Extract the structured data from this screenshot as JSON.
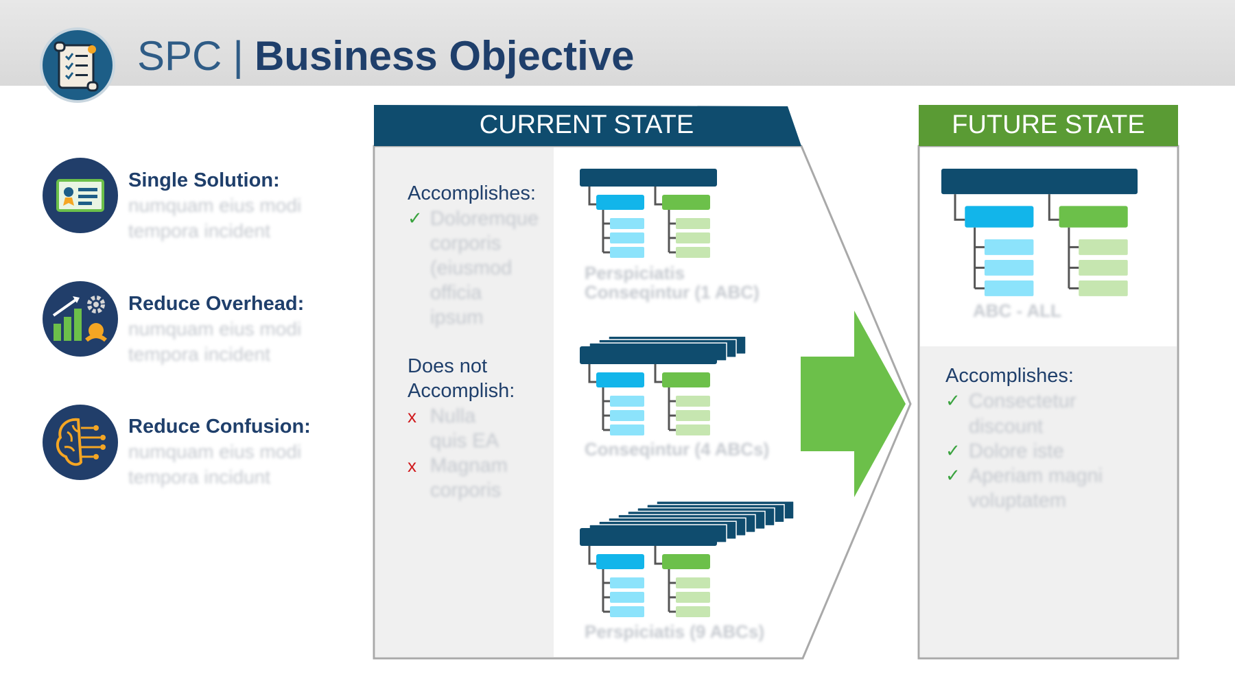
{
  "header": {
    "product": "SPC",
    "separator": "|",
    "title": "Business Objective"
  },
  "objectives": [
    {
      "title": "Single Solution:",
      "line1": "numquam eius modi",
      "line2": "tempora incident",
      "icon": "certificate-icon"
    },
    {
      "title": "Reduce Overhead:",
      "line1": "numquam eius modi",
      "line2": "tempora incident",
      "icon": "growth-chart-gear-icon"
    },
    {
      "title": "Reduce Confusion:",
      "line1": "numquam eius modi",
      "line2": "tempora incidunt",
      "icon": "brain-circuit-icon"
    }
  ],
  "current_state": {
    "heading": "CURRENT STATE",
    "accomplishes_label": "Accomplishes:",
    "accomplishes_lines": [
      "Doloremque",
      "corporis",
      "(eiusmod",
      "officia",
      "ipsum"
    ],
    "does_not_label_1": "Does not",
    "does_not_label_2": "Accomplish:",
    "fails": [
      {
        "line1": "Nulla",
        "line2": "quis EA"
      },
      {
        "line1": "Magnam",
        "line2": "corporis"
      }
    ],
    "diagrams": [
      {
        "caption_1": "Perspiciatis",
        "caption_2": "Conseqintur (1 ABC)",
        "stack": 1
      },
      {
        "caption_1": "Conseqintur (4 ABCs)",
        "stack": 4
      },
      {
        "caption_1": "Perspiciatis (9 ABCs)",
        "stack": 9
      }
    ]
  },
  "future_state": {
    "heading": "FUTURE STATE",
    "diagram_caption": "ABC - ALL",
    "accomplishes_label": "Accomplishes:",
    "items": [
      {
        "line1": "Consectetur",
        "line2": "discount"
      },
      {
        "line1": "Dolore iste",
        "line2": ""
      },
      {
        "line1": "Aperiam magni",
        "line2": "voluptatem"
      }
    ]
  },
  "colors": {
    "navy": "#0f4c6e",
    "dark_navy": "#1f3f6b",
    "cyan": "#12b5ea",
    "light_cyan": "#8ce3fb",
    "green": "#6cc04a",
    "light_green": "#c6e6b0",
    "arrow_green": "#6cc04a",
    "check_green": "#3aa33f",
    "x_red": "#d0191c"
  }
}
